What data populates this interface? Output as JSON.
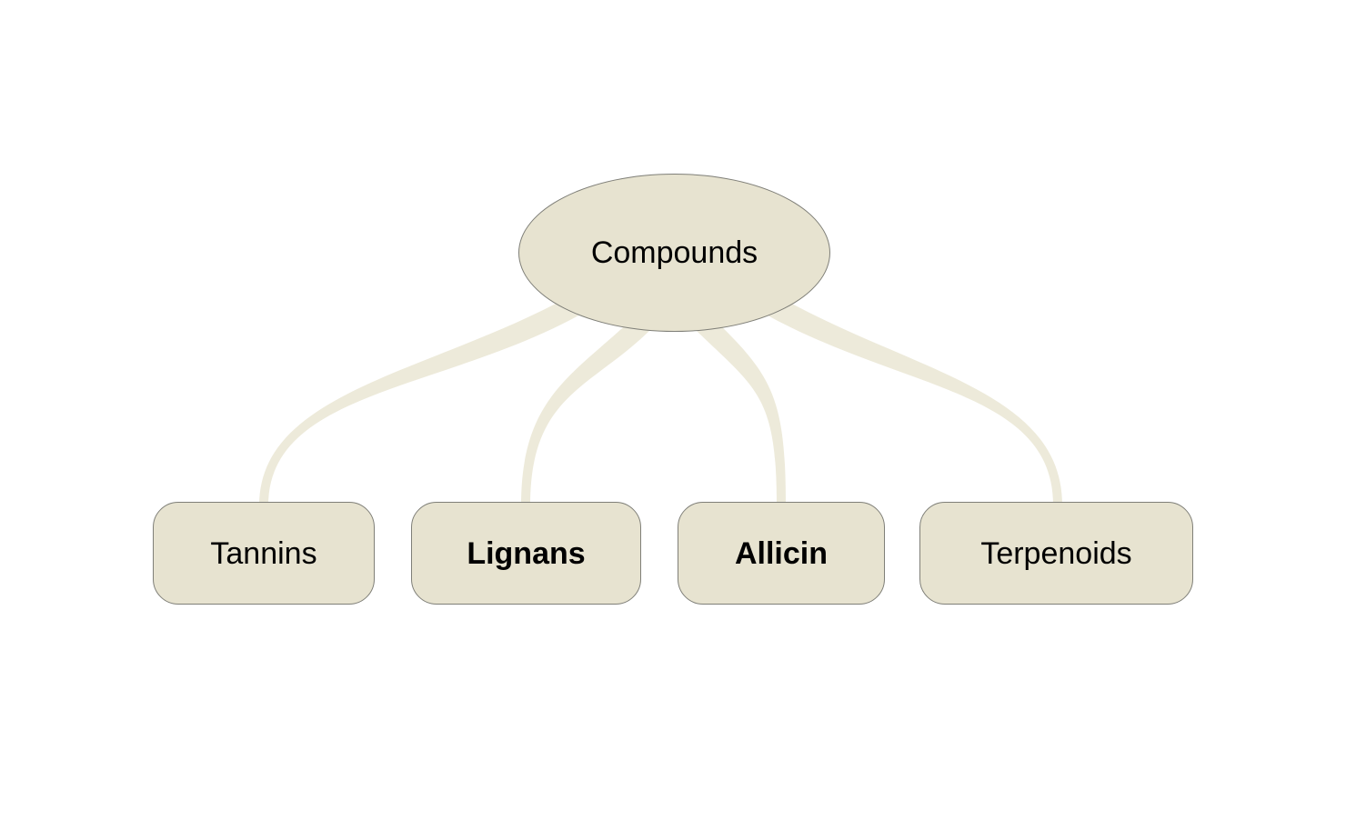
{
  "diagram": {
    "type": "mindmap-tree",
    "root": {
      "label": "Compounds",
      "bold": false
    },
    "children": [
      {
        "label": "Tannins",
        "bold": false
      },
      {
        "label": "Lignans",
        "bold": true
      },
      {
        "label": "Allicin",
        "bold": true
      },
      {
        "label": "Terpenoids",
        "bold": false
      }
    ],
    "colors": {
      "background": "#ffffff",
      "node_fill": "#e7e3d0",
      "node_border": "#7f7f78",
      "edge_fill": "#edeada",
      "text": "#000000"
    }
  }
}
